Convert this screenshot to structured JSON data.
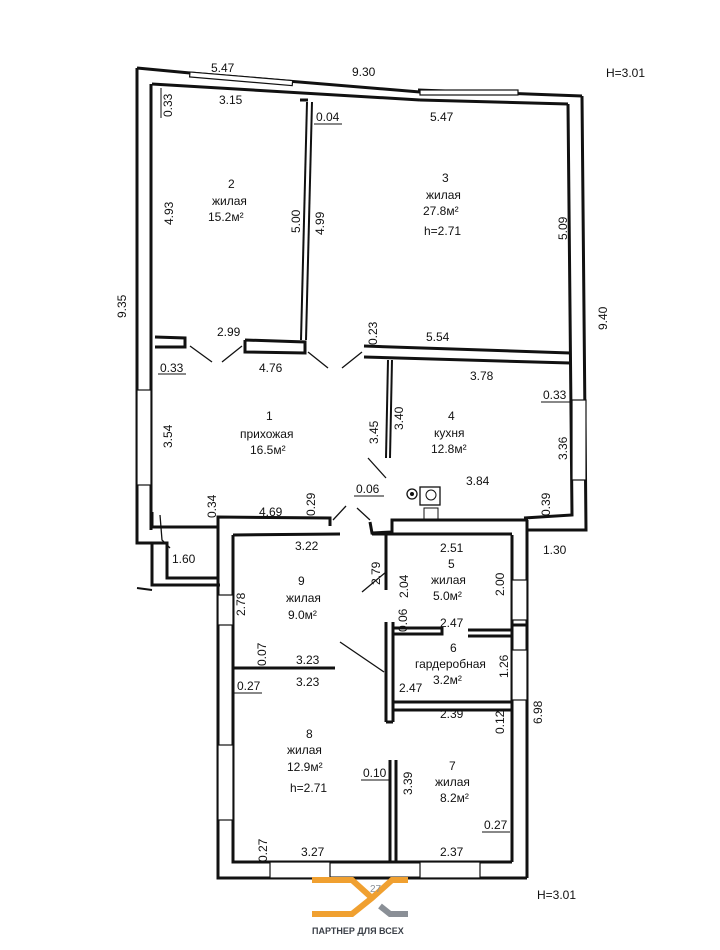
{
  "height_label": "H=3.01",
  "height_label_bottom": "H=3.01",
  "exterior_dims": {
    "top_left": "5.47",
    "top_right": "9.30",
    "left": "9.35",
    "right": "9.40",
    "bottom_right": "1.30",
    "porch": "1.60",
    "east_lower": "6.98"
  },
  "rooms": [
    {
      "num": "1",
      "name": "прихожая",
      "area": "16.5м²"
    },
    {
      "num": "2",
      "name": "жилая",
      "area": "15.2м²"
    },
    {
      "num": "3",
      "name": "жилая",
      "area": "27.8м²",
      "height": "h=2.71"
    },
    {
      "num": "4",
      "name": "кухня",
      "area": "12.8м²"
    },
    {
      "num": "5",
      "name": "жилая",
      "area": "5.0м²"
    },
    {
      "num": "6",
      "name": "гардеробная",
      "area": "3.2м²"
    },
    {
      "num": "7",
      "name": "жилая",
      "area": "8.2м²"
    },
    {
      "num": "8",
      "name": "жилая",
      "area": "12.9м²",
      "height": "h=2.71"
    },
    {
      "num": "9",
      "name": "жилая",
      "area": "9.0м²"
    }
  ],
  "dims": {
    "r2_top": "3.15",
    "r2_thick": "0.33",
    "r2_left": "4.93",
    "r2_right": "5.00",
    "r2_bottom": "2.99",
    "r3_top": "5.47",
    "r3_wall": "0.04",
    "r3_left": "4.99",
    "r3_right": "5.09",
    "r3_bottom": "5.54",
    "r3_thick": "0.23",
    "r1_thick_top": "0.33",
    "r1_top": "4.76",
    "r1_left": "3.54",
    "r1_right": "3.45",
    "r1_bottom": "4.69",
    "r1_thick_left": "0.34",
    "r1_thick_right": "0.29",
    "r1_ne": "0.06",
    "r4_top": "3.78",
    "r4_left": "3.40",
    "r4_right": "3.36",
    "r4_bottom": "3.84",
    "r4_thick_top": "0.33",
    "r4_thick_bottom": "0.39",
    "r9_top": "3.22",
    "r9_left": "2.78",
    "r9_right": "2.79",
    "r9_bottom": "3.23",
    "r9_thick": "0.07",
    "r5_top": "2.51",
    "r5_left": "2.04",
    "r5_right": "2.00",
    "r5_bottom": "2.47",
    "r5_thick": "0.06",
    "r6_right": "1.26",
    "r6_bottom": "2.47",
    "r8_top": "3.23",
    "r8_thick": "0.27",
    "r8_bottom": "3.27",
    "r8_thick_bottom": "0.27",
    "r7_top": "2.39",
    "r7_thick_top": "0.12",
    "r7_left": "3.39",
    "r7_wall": "0.10",
    "r7_bottom": "2.37",
    "r7_thick_right": "0.27"
  },
  "logo_number": "27",
  "logo_caption": "ПАРТНЕР ДЛЯ ВСЕХ",
  "colors": {
    "logo_orange": "#f0a030",
    "logo_gray": "#8a8f96",
    "logo_dark": "#3a3f47"
  }
}
